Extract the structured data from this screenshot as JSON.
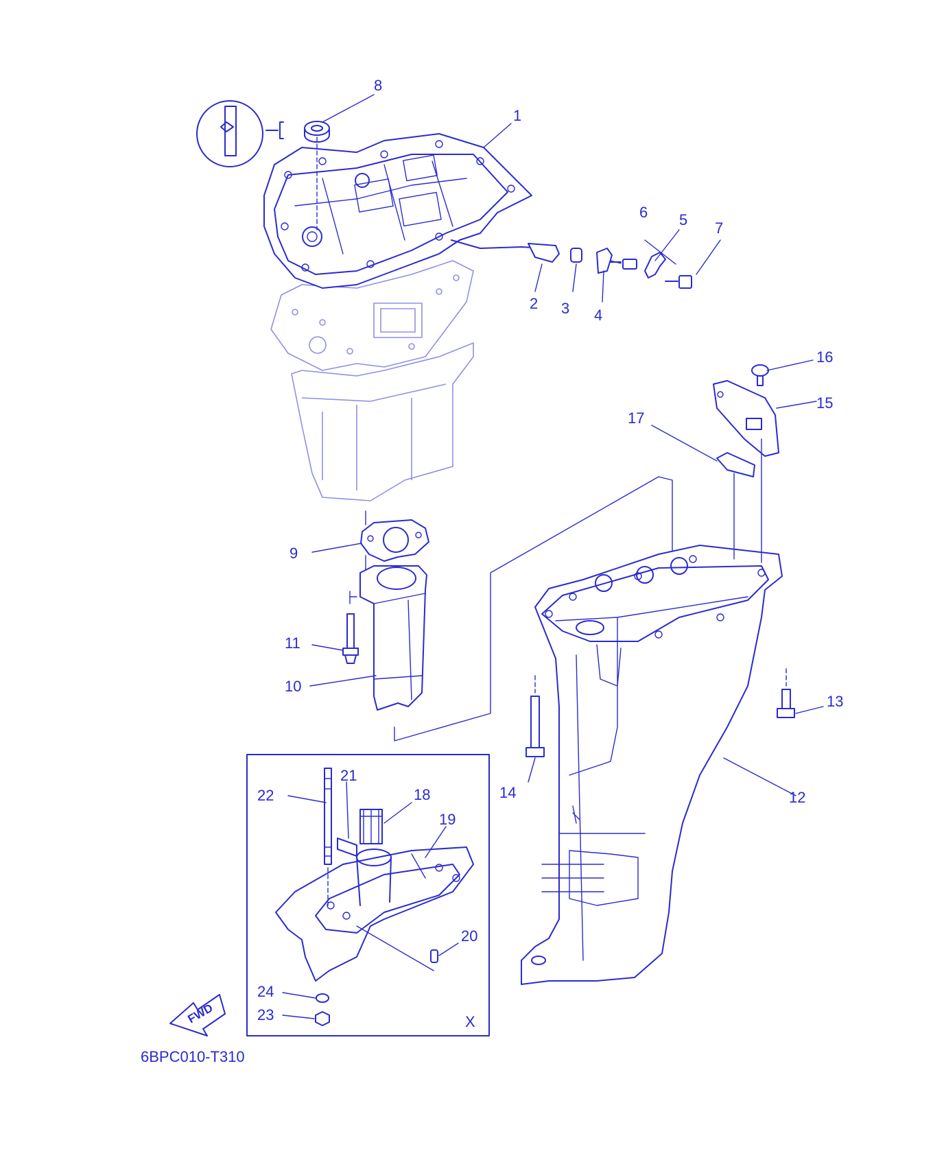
{
  "diagram": {
    "part_code": "6BPC010-T310",
    "fwd_label": "FWD",
    "inset_label": "X",
    "callouts": [
      "1",
      "2",
      "3",
      "4",
      "5",
      "6",
      "7",
      "8",
      "9",
      "10",
      "11",
      "12",
      "13",
      "14",
      "15",
      "16",
      "17",
      "18",
      "19",
      "20",
      "21",
      "22",
      "23",
      "24"
    ]
  },
  "colors": {
    "line": "#2a2ad0",
    "ghost": "#8f8fe6",
    "background": "#ffffff"
  }
}
